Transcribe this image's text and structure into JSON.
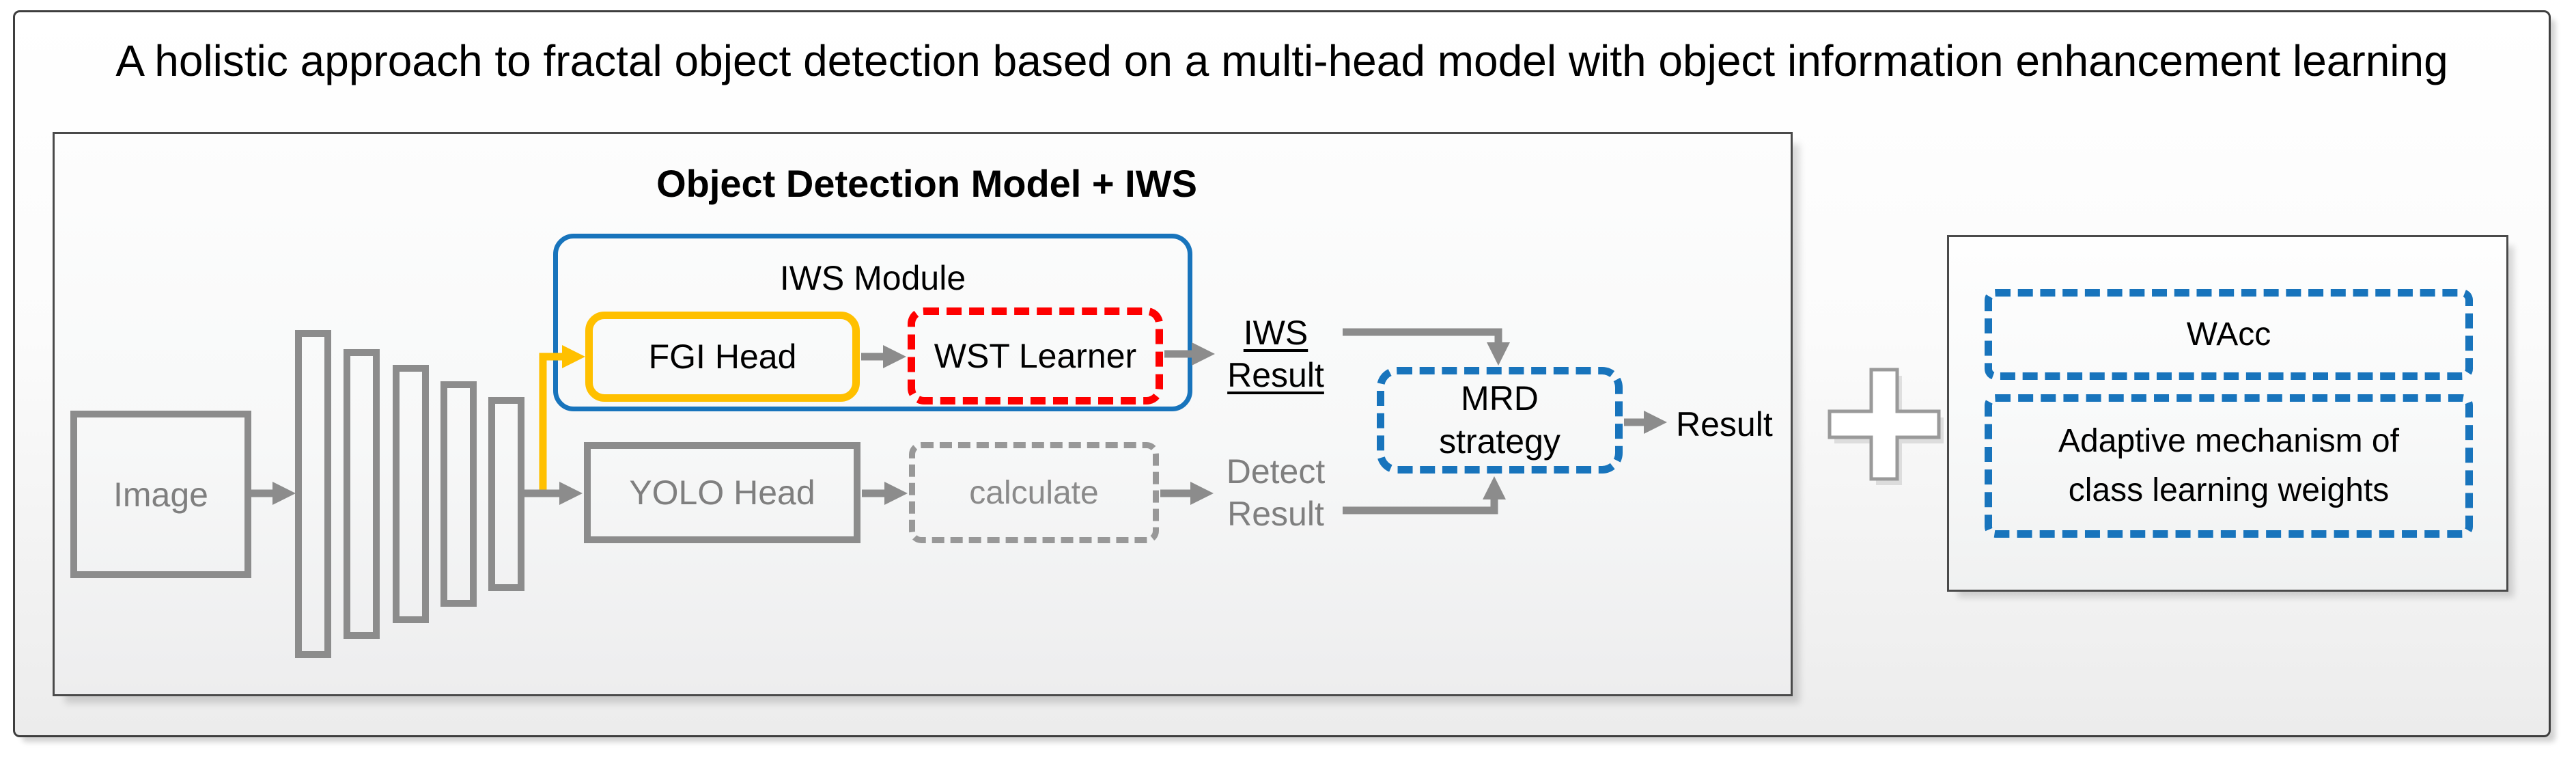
{
  "title": "A holistic approach to fractal object detection based on a multi-head model with object information enhancement learning",
  "colors": {
    "accent_blue": "#1874bc",
    "accent_yellow": "#ffc000",
    "accent_red": "#fe0000",
    "line_gray": "#8c8c8c",
    "text_gray": "#7f7f7f",
    "frame_dark": "#3e3e3e"
  },
  "model_container": {
    "header": "Object Detection Model + IWS",
    "iws_module": {
      "label": "IWS Module",
      "fgi_head": "FGI Head",
      "wst_learner": "WST Learner"
    },
    "backbone": {
      "image_label": "Image",
      "bar_count": 5
    },
    "yolo_head": "YOLO Head",
    "calculate": "calculate",
    "iws_result": "IWS\nResult",
    "detect_result": "Detect\nResult",
    "mrd_strategy": "MRD\nstrategy",
    "result": "Result"
  },
  "plus_symbol": "+",
  "enhancement_box": {
    "wacc": "WAcc",
    "adaptive": "Adaptive mechanism of\nclass learning weights"
  }
}
